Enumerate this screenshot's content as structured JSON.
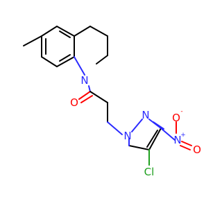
{
  "colors": {
    "background": "#ffffff",
    "carbon_bond": "#000000",
    "nitrogen": "#2a2aff",
    "oxygen": "#ff0000",
    "chlorine": "#1fa01f"
  },
  "atoms": {
    "n_ring": "N",
    "o_carbonyl": "O",
    "n_pyrazole_1": "N",
    "n_pyrazole_2": "N",
    "n_nitro": "N",
    "n_nitro_charge": "+",
    "o_nitro_top": "O",
    "o_nitro_top_charge": "-",
    "o_nitro_right": "O",
    "cl": "Cl"
  }
}
